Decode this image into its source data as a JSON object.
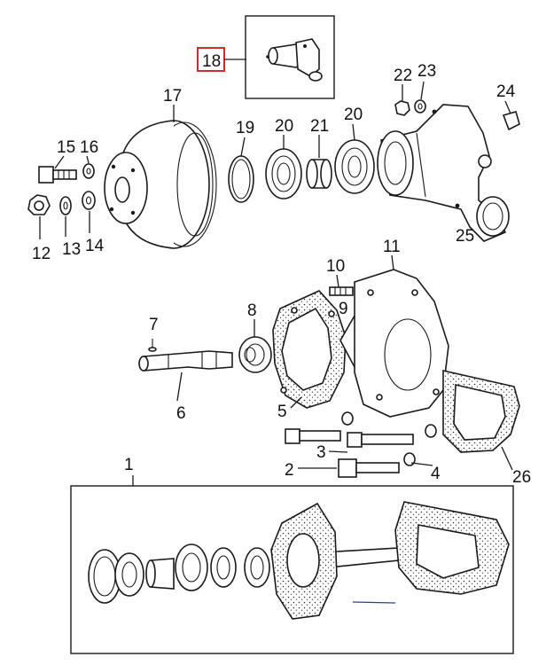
{
  "labels": {
    "p1": "1",
    "p2": "2",
    "p3": "3",
    "p4": "4",
    "p5": "5",
    "p6": "6",
    "p7": "7",
    "p8": "8",
    "p9": "9",
    "p10": "10",
    "p11": "11",
    "p12": "12",
    "p13": "13",
    "p14": "14",
    "p15": "15",
    "p16": "16",
    "p17": "17",
    "p18": "18",
    "p19": "19",
    "p20a": "20",
    "p20b": "20",
    "p21": "21",
    "p22": "22",
    "p23": "23",
    "p24": "24",
    "p25": "25",
    "p26": "26"
  },
  "colors": {
    "highlight_box": "#d62b2b",
    "ink": "#1a1a1a",
    "pen_mark": "#2c3e9a"
  }
}
